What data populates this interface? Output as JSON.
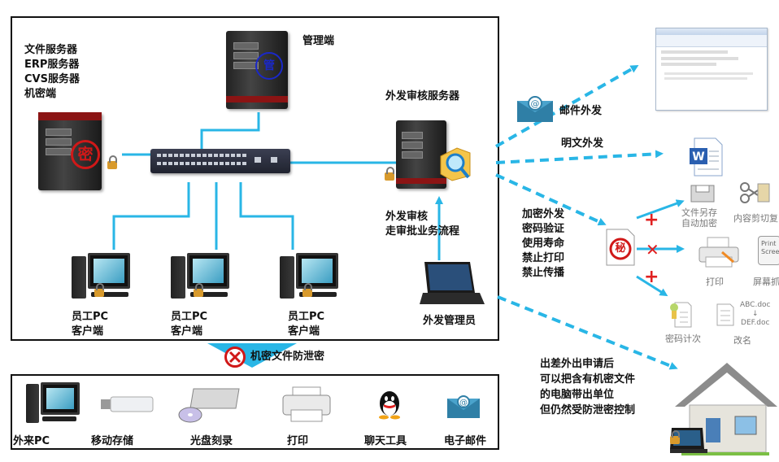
{
  "servers_label": [
    "文件服务器",
    "ERP服务器",
    "CVS服务器",
    "机密端"
  ],
  "admin_label": "管理端",
  "review_server_label": "外发审核服务器",
  "review_flow_label": [
    "外发审核",
    "走审批业务流程"
  ],
  "employee_pcs": [
    {
      "line1": "员工PC",
      "line2": "客户端"
    },
    {
      "line1": "员工PC",
      "line2": "客户端"
    },
    {
      "line1": "员工PC",
      "line2": "客户端"
    }
  ],
  "external_admin_label": "外发管理员",
  "mid_label": "机密文件防泄密",
  "bottom_items": [
    "外来PC",
    "移动存储",
    "光盘刻录",
    "打印",
    "聊天工具",
    "电子邮件"
  ],
  "email_out_label": "邮件外发",
  "plain_out_label": "明文外发",
  "encrypted_out_label": [
    "加密外发",
    "密码验证",
    "使用寿命",
    "禁止打印",
    "禁止传播"
  ],
  "feature_icons": {
    "save_as": [
      "文件另存",
      "自动加密"
    ],
    "clipboard": "内容剪切复",
    "print": "打印",
    "screenshot": "屏幕抓",
    "password_count": "密码计次",
    "rename": "改名",
    "rename_from": "ABC.doc",
    "rename_to": "DEF.doc",
    "print_key": [
      "Print",
      "Scree"
    ]
  },
  "trip_label": [
    "出差外出申请后",
    "可以把含有机密文件",
    "的电脑带出单位",
    "但仍然受防泄密控制"
  ],
  "icons": {
    "secret_stamp": "密",
    "secret_file_stamp": "秘",
    "admin_stamp": "管",
    "forbid": "no-entry-icon",
    "email": "mail-envelope-icon",
    "word": "W"
  },
  "colors": {
    "arrow": "#29b6e6",
    "stamp_red": "#d01818",
    "plus_red": "#e02020"
  }
}
